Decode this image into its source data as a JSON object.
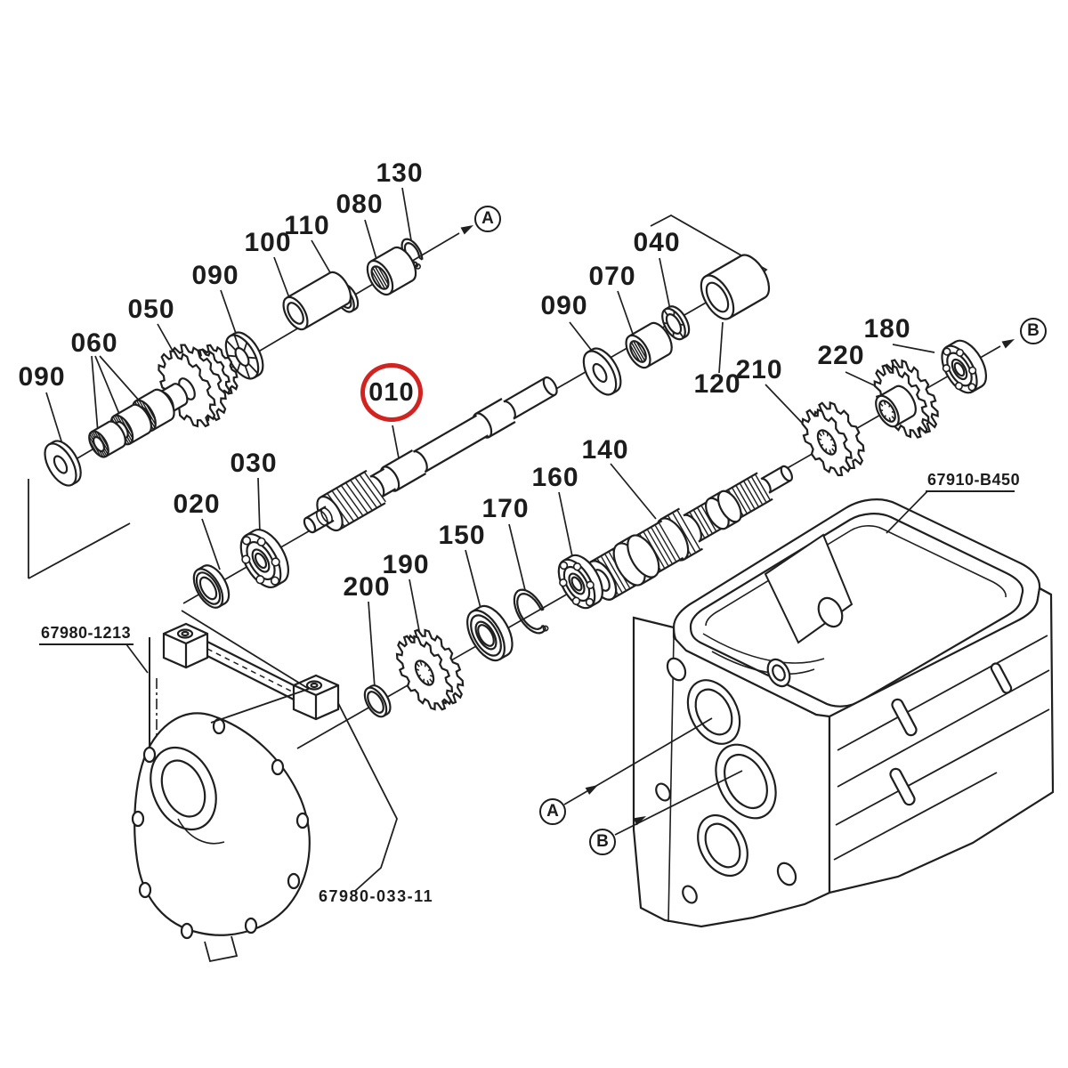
{
  "diagram": {
    "kind": "exploded parts diagram",
    "line_color": "#1f1f1f",
    "highlight_color": "#d12420"
  },
  "part_labels": {
    "p090_left": "090",
    "p060": "060",
    "p050": "050",
    "p090_top": "090",
    "p100": "100",
    "p110": "110",
    "p080": "080",
    "p130": "130",
    "p010": "010",
    "p030": "030",
    "p020": "020",
    "p090_mid": "090",
    "p070": "070",
    "p040": "040",
    "p120": "120",
    "p200": "200",
    "p190": "190",
    "p150": "150",
    "p170": "170",
    "p160": "160",
    "p140": "140",
    "p210": "210",
    "p220": "220",
    "p180": "180"
  },
  "view_markers": {
    "a_top": "A",
    "b_right": "B",
    "a_housing": "A",
    "b_housing": "B"
  },
  "ref_codes": {
    "left_housing": "67980-1213",
    "bottom_assembly": "67980-033-11",
    "right_housing": "67910-B450"
  }
}
